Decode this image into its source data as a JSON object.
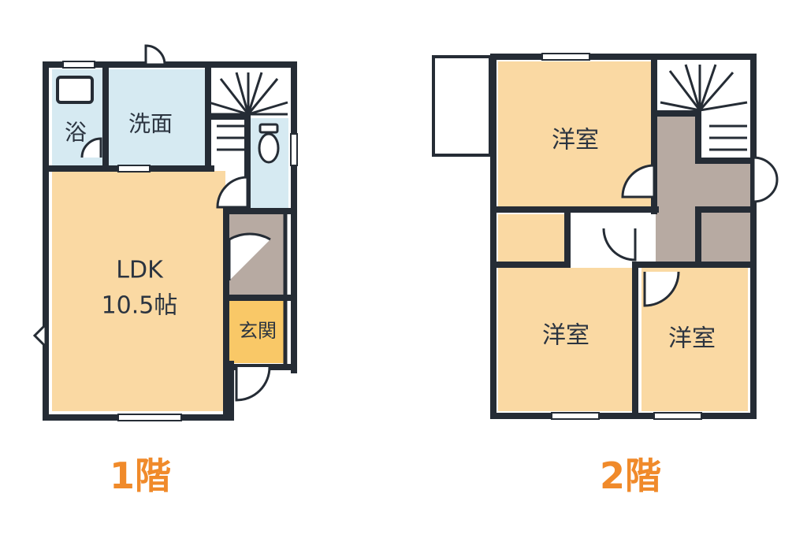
{
  "colors": {
    "wall": "#252c35",
    "living": "#fad9a3",
    "bath": "#d6eaf2",
    "hall": "#b7aaa2",
    "entry": "#f9c867",
    "floor_label": "#f08a2a",
    "text": "#2b3440"
  },
  "floor1": {
    "label": "1階",
    "rooms": {
      "bath": "浴",
      "washroom": "洗面",
      "ldk_line1": "LDK",
      "ldk_line2": "10.5帖",
      "entrance": "玄関"
    }
  },
  "floor2": {
    "label": "2階",
    "rooms": {
      "western_top": "洋室",
      "western_bottom_left": "洋室",
      "western_bottom_right": "洋室"
    }
  }
}
